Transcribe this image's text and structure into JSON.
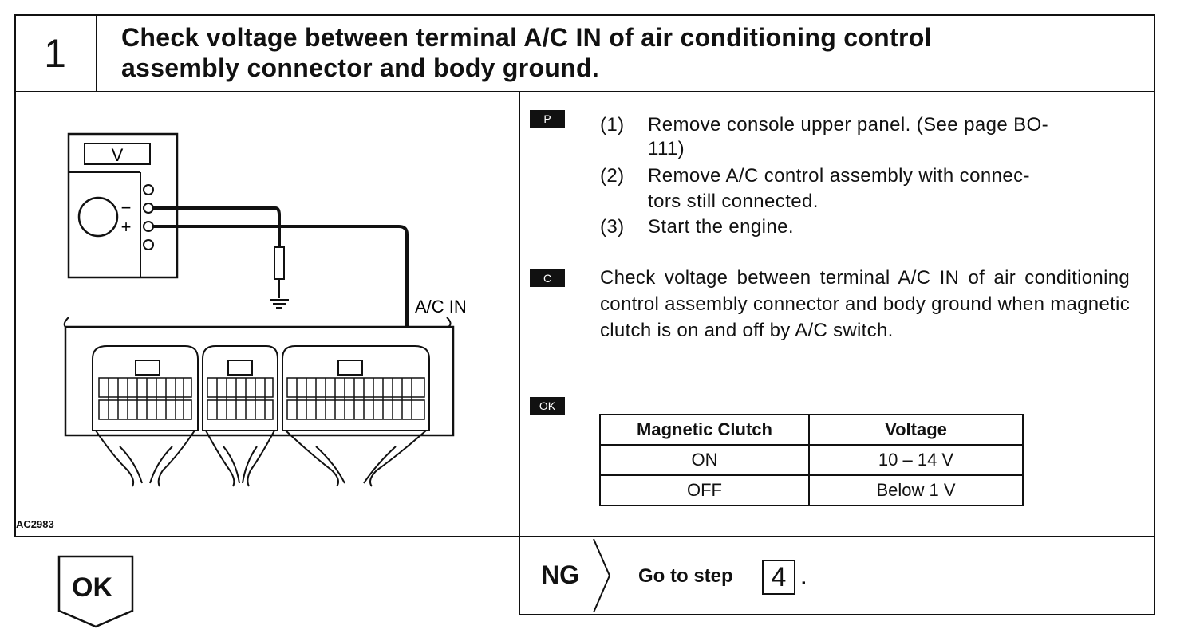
{
  "step": {
    "number": "1",
    "title_line1": "Check voltage between terminal A/C IN of air conditioning control",
    "title_line2": "assembly connector and body ground."
  },
  "figure": {
    "meter_label": "V",
    "minus_sign": "−",
    "plus_sign": "+",
    "terminal_label": "A/C IN",
    "code": "AC2983"
  },
  "tags": {
    "procedure": "P",
    "check": "C",
    "ok": "OK"
  },
  "procedure": [
    {
      "num": "(1)",
      "text": "Remove console upper panel. (See page BO-",
      "text2": "111)"
    },
    {
      "num": "(2)",
      "text": "Remove A/C control assembly with connec-",
      "text2": "tors still connected."
    },
    {
      "num": "(3)",
      "text": "Start the engine."
    }
  ],
  "check_text": "Check voltage between terminal A/C IN of air conditioning control assembly connector and body ground when magnetic clutch is on and off by A/C switch.",
  "spec_table": {
    "headers": [
      "Magnetic Clutch",
      "Voltage"
    ],
    "rows": [
      [
        "ON",
        "10 – 14 V"
      ],
      [
        "OFF",
        "Below 1 V"
      ]
    ]
  },
  "result_ok": "OK",
  "result_ng": {
    "label": "NG",
    "text": "Go to step",
    "step_ref": "4",
    "trailing": "."
  }
}
